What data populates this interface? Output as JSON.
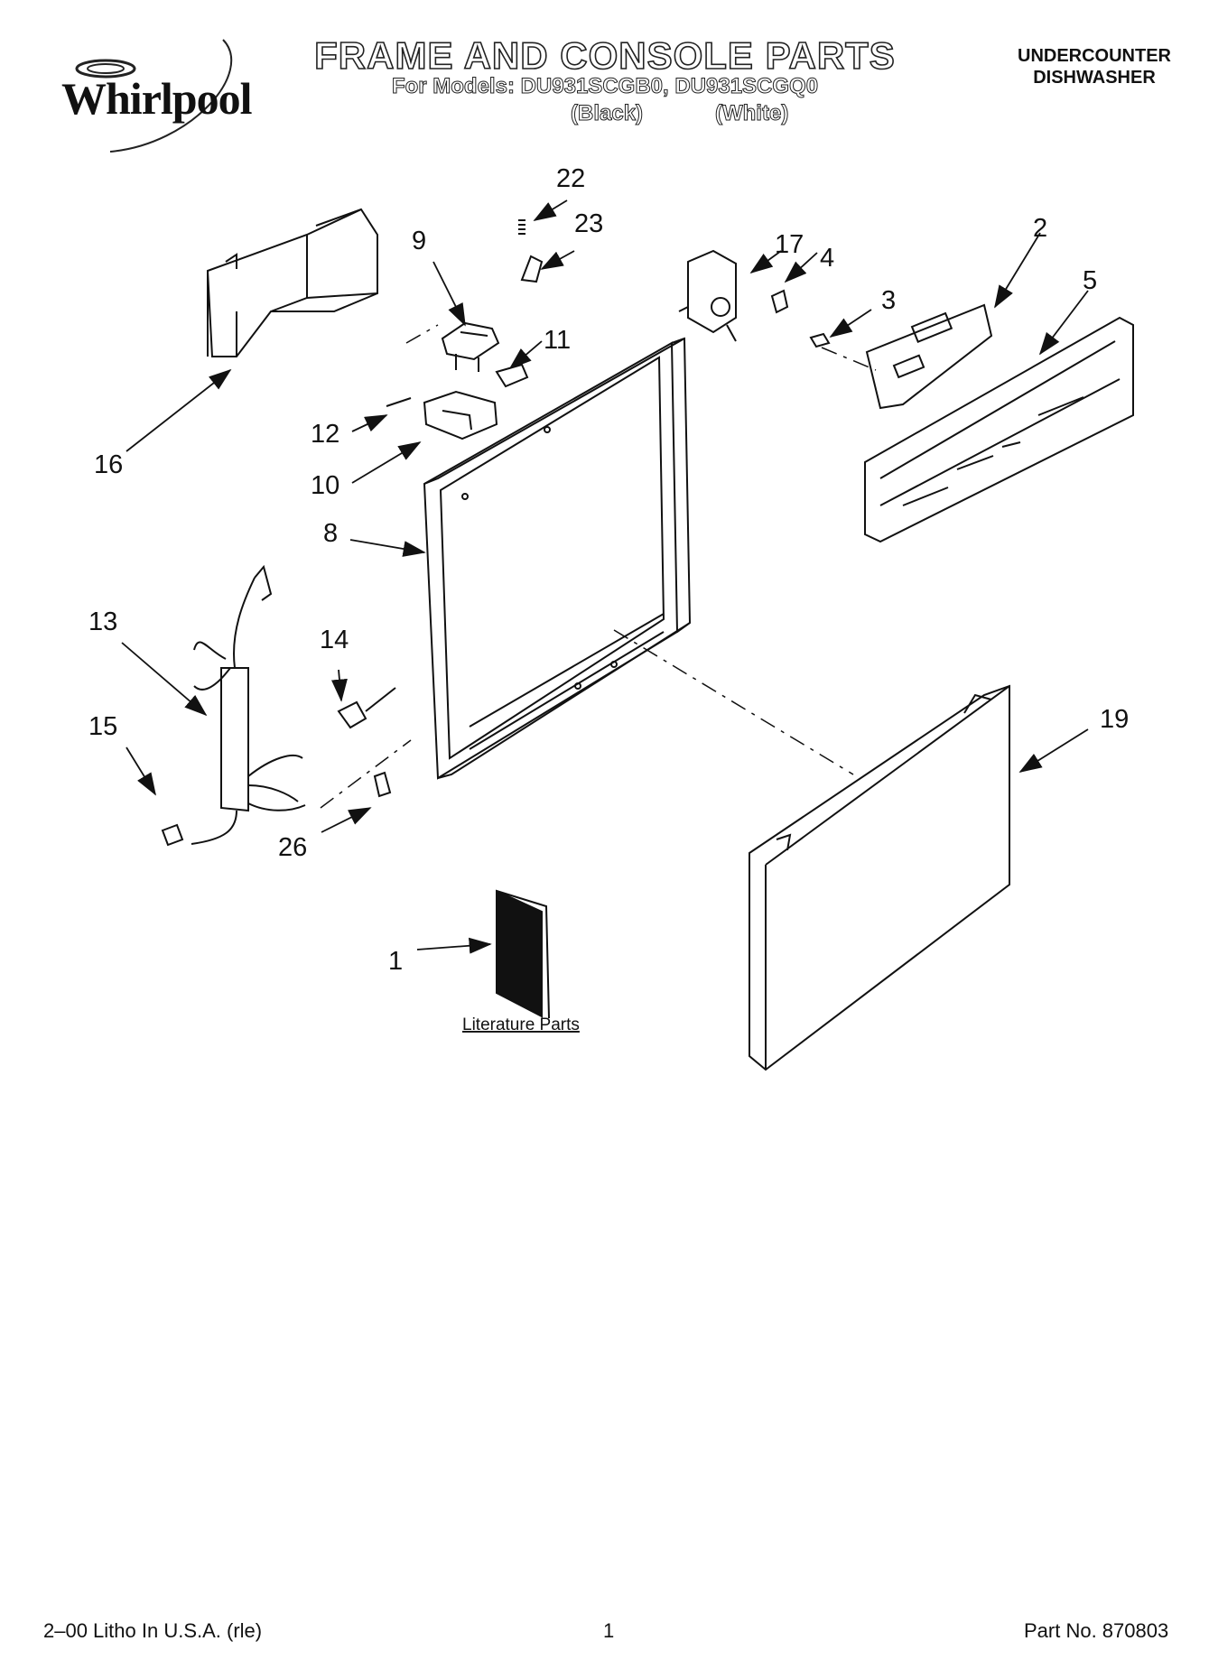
{
  "header": {
    "brand": "Whirlpool",
    "title": "FRAME AND CONSOLE PARTS",
    "models_line": "For Models: DU931SCGB0, DU931SCGQ0",
    "variant_black": "(Black)",
    "variant_white": "(White)",
    "appliance_line1": "UNDERCOUNTER",
    "appliance_line2": "DISHWASHER"
  },
  "callouts": {
    "c1": "1",
    "c2": "2",
    "c3": "3",
    "c4": "4",
    "c5": "5",
    "c8": "8",
    "c9": "9",
    "c10": "10",
    "c11": "11",
    "c12": "12",
    "c13": "13",
    "c14": "14",
    "c15": "15",
    "c16": "16",
    "c17": "17",
    "c19": "19",
    "c22": "22",
    "c23": "23",
    "c26": "26"
  },
  "literature_label": "Literature Parts",
  "footer": {
    "left": "2–00 Litho In U.S.A. (rle)",
    "page": "1",
    "part": "Part No. 870803"
  }
}
